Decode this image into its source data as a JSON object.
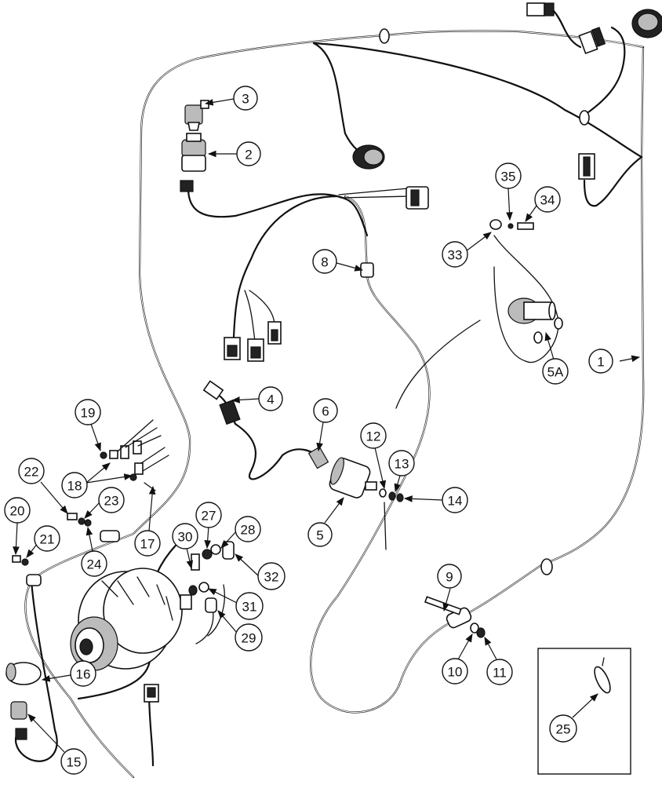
{
  "callouts": [
    {
      "id": "c1",
      "label": "1"
    },
    {
      "id": "c2",
      "label": "2"
    },
    {
      "id": "c3",
      "label": "3"
    },
    {
      "id": "c4",
      "label": "4"
    },
    {
      "id": "c5",
      "label": "5"
    },
    {
      "id": "c5a",
      "label": "5A"
    },
    {
      "id": "c6",
      "label": "6"
    },
    {
      "id": "c8",
      "label": "8"
    },
    {
      "id": "c9",
      "label": "9"
    },
    {
      "id": "c10",
      "label": "10"
    },
    {
      "id": "c11",
      "label": "11"
    },
    {
      "id": "c12",
      "label": "12"
    },
    {
      "id": "c13",
      "label": "13"
    },
    {
      "id": "c14",
      "label": "14"
    },
    {
      "id": "c15",
      "label": "15"
    },
    {
      "id": "c16",
      "label": "16"
    },
    {
      "id": "c17",
      "label": "17"
    },
    {
      "id": "c18",
      "label": "18"
    },
    {
      "id": "c19",
      "label": "19"
    },
    {
      "id": "c20",
      "label": "20"
    },
    {
      "id": "c21",
      "label": "21"
    },
    {
      "id": "c22",
      "label": "22"
    },
    {
      "id": "c23",
      "label": "23"
    },
    {
      "id": "c24",
      "label": "24"
    },
    {
      "id": "c25",
      "label": "25"
    },
    {
      "id": "c27",
      "label": "27"
    },
    {
      "id": "c28",
      "label": "28"
    },
    {
      "id": "c29",
      "label": "29"
    },
    {
      "id": "c30",
      "label": "30"
    },
    {
      "id": "c31",
      "label": "31"
    },
    {
      "id": "c32",
      "label": "32"
    },
    {
      "id": "c33",
      "label": "33"
    },
    {
      "id": "c34",
      "label": "34"
    },
    {
      "id": "c35",
      "label": "35"
    }
  ]
}
